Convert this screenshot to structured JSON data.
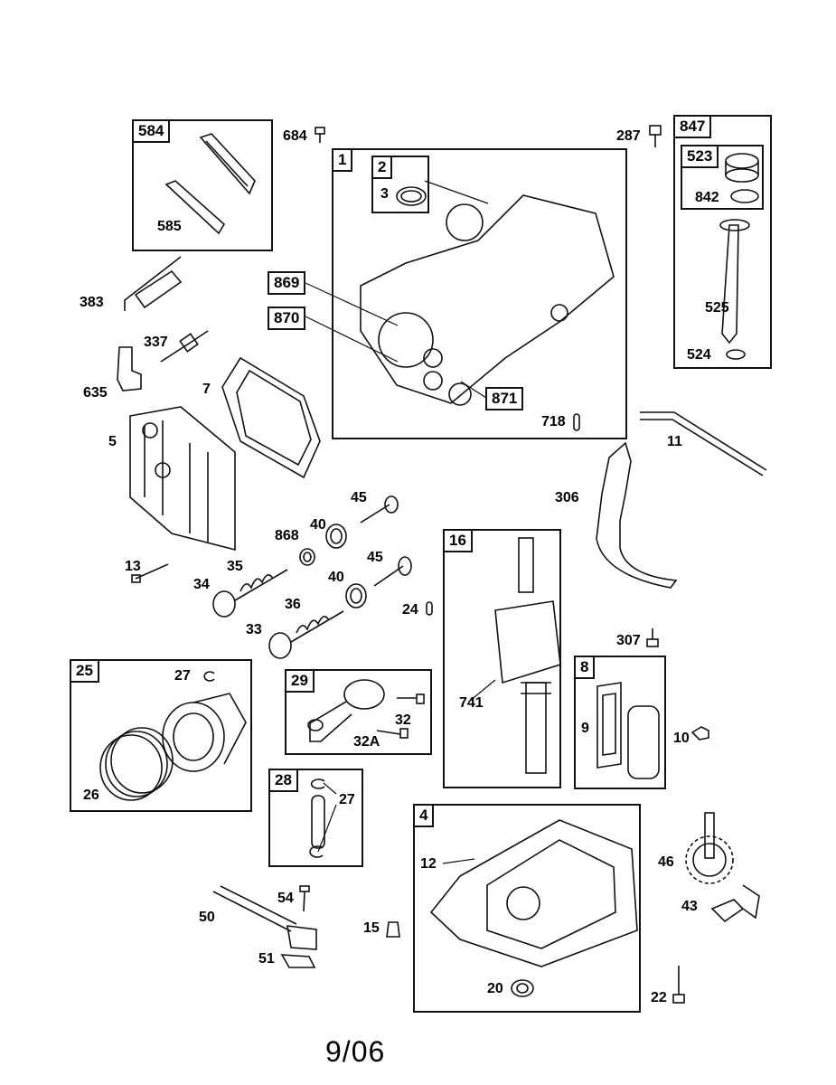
{
  "diagram": {
    "type": "exploded-parts-diagram",
    "footer_date": "9/06",
    "groups": {
      "g584": {
        "tag": "584",
        "parts": [
          "585"
        ]
      },
      "g1": {
        "tag": "1",
        "parts": [
          "2",
          "3",
          "869",
          "870",
          "871",
          "718"
        ]
      },
      "g2": {
        "tag": "2",
        "parts": [
          "3"
        ]
      },
      "g847": {
        "tag": "847",
        "parts": [
          "523",
          "842",
          "525",
          "524"
        ]
      },
      "g523": {
        "tag": "523",
        "parts": [
          "842"
        ]
      },
      "g16": {
        "tag": "16",
        "parts": [
          "741"
        ]
      },
      "g25": {
        "tag": "25",
        "parts": [
          "27",
          "26"
        ]
      },
      "g29": {
        "tag": "29",
        "parts": [
          "32",
          "32A"
        ]
      },
      "g28": {
        "tag": "28",
        "parts": [
          "27"
        ]
      },
      "g8": {
        "tag": "8",
        "parts": [
          "9"
        ]
      },
      "g4": {
        "tag": "4",
        "parts": [
          "12",
          "20"
        ]
      }
    },
    "labels": {
      "l585": "585",
      "l684": "684",
      "l287": "287",
      "l3": "3",
      "l869": "869",
      "l870": "870",
      "l871": "871",
      "l718": "718",
      "l842": "842",
      "l525": "525",
      "l524": "524",
      "l383": "383",
      "l337": "337",
      "l635": "635",
      "l7": "7",
      "l5": "5",
      "l11": "11",
      "l306": "306",
      "l45a": "45",
      "l45b": "45",
      "l40a": "40",
      "l40b": "40",
      "l868": "868",
      "l13": "13",
      "l35": "35",
      "l34": "34",
      "l36": "36",
      "l33": "33",
      "l24": "24",
      "l307": "307",
      "l741": "741",
      "l9": "9",
      "l10": "10",
      "l27a": "27",
      "l26": "26",
      "l32": "32",
      "l32A": "32A",
      "l27b": "27",
      "l12": "12",
      "l20": "20",
      "l46": "46",
      "l43": "43",
      "l22": "22",
      "l15": "15",
      "l54": "54",
      "l50": "50",
      "l51": "51"
    }
  }
}
